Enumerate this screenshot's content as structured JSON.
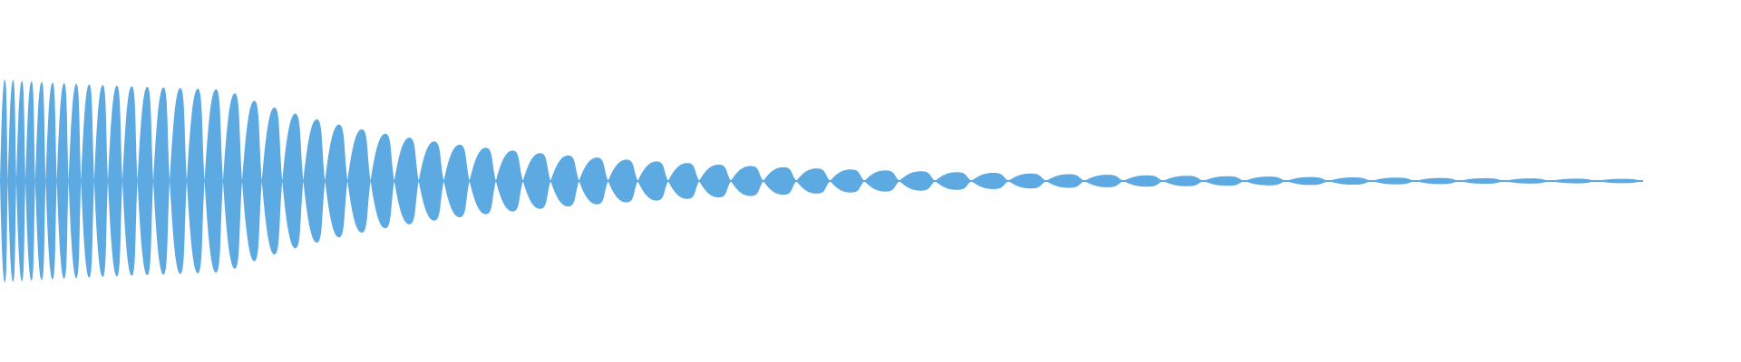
{
  "waveform": {
    "color": "#5DA9E1",
    "background": "#FFFFFF",
    "lobe_count": 60,
    "start_amplitude": 1.0,
    "end_amplitude": 0.02,
    "decay_shape": "exponential"
  }
}
